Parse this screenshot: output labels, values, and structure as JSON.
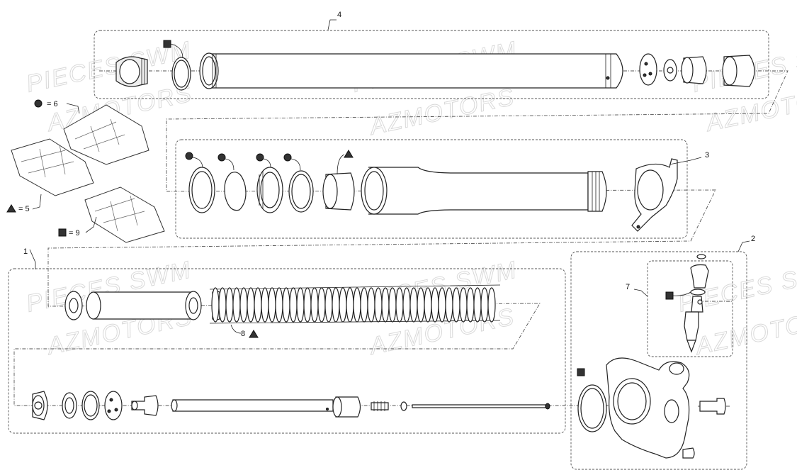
{
  "watermark": {
    "line1": "PIECES SWM",
    "line2": "AZMOTORS"
  },
  "callouts": {
    "c1": "1",
    "c2": "2",
    "c3": "3",
    "c4": "4",
    "c7": "7",
    "c8": "8",
    "c5": "= 5",
    "c6": "= 6",
    "c9": "= 9"
  },
  "legend_symbols": [
    "circle",
    "triangle",
    "square"
  ],
  "colors": {
    "ink": "#222222",
    "dashed_box": "#555555",
    "watermark": "#d9d9d9"
  }
}
